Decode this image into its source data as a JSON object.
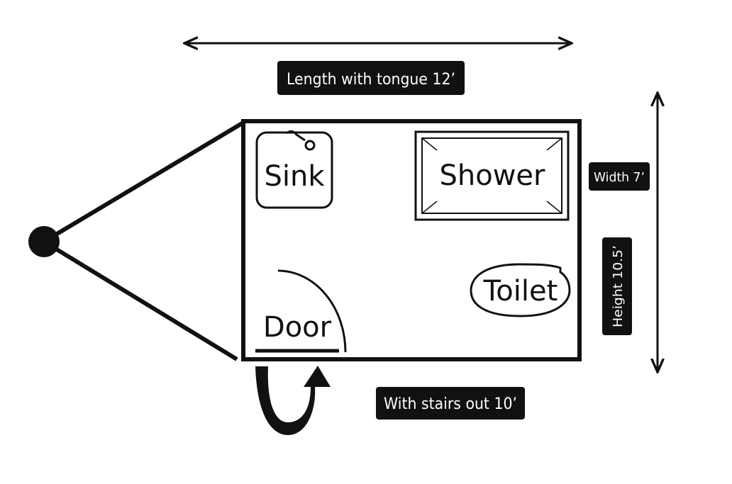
{
  "labels": {
    "sink": "Sink",
    "shower": "Shower",
    "toilet": "Toilet",
    "door": "Door",
    "length": "Length with tongue 12’",
    "width": "Width 7’",
    "height": "Height 10.5’",
    "stairs": "With stairs out 10’"
  },
  "colors": {
    "ink": "#111111",
    "background": "#ffffff",
    "tag_background": "#111111",
    "tag_text": "#ffffff"
  }
}
